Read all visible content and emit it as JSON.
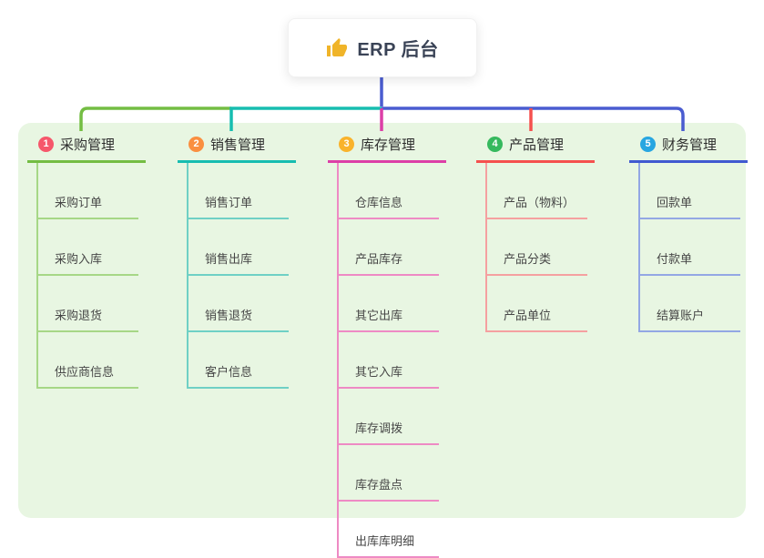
{
  "root": {
    "label": "ERP 后台",
    "icon": "thumbs-up-icon"
  },
  "branches": [
    {
      "num": "1",
      "label": "采购管理",
      "badge_color": "#f6576b",
      "line_color": "#74bd43",
      "child_line_color": "#a6d786",
      "children": [
        "采购订单",
        "采购入库",
        "采购退货",
        "供应商信息"
      ]
    },
    {
      "num": "2",
      "label": "销售管理",
      "badge_color": "#fa8f40",
      "line_color": "#17bdb0",
      "child_line_color": "#6fd0c5",
      "children": [
        "销售订单",
        "销售出库",
        "销售退货",
        "客户信息"
      ]
    },
    {
      "num": "3",
      "label": "库存管理",
      "badge_color": "#f9b32b",
      "line_color": "#dc3fa7",
      "child_line_color": "#ee8ac4",
      "children": [
        "仓库信息",
        "产品库存",
        "其它出库",
        "其它入库",
        "库存调拨",
        "库存盘点",
        "出库库明细"
      ]
    },
    {
      "num": "4",
      "label": "产品管理",
      "badge_color": "#36b95e",
      "line_color": "#f5504e",
      "child_line_color": "#f5a0a0",
      "children": [
        "产品（物料）",
        "产品分类",
        "产品单位"
      ]
    },
    {
      "num": "5",
      "label": "财务管理",
      "badge_color": "#27a6e1",
      "line_color": "#4059d0",
      "child_line_color": "#93a7e4",
      "children": [
        "回款单",
        "付款单",
        "结算账户"
      ]
    }
  ],
  "connectors": {
    "blue": "#4a5cd0",
    "green": "#74bd43",
    "teal": "#17bdb0",
    "magenta": "#dc3fa7",
    "red": "#f5504e"
  },
  "panel_color": "#e8f6e2",
  "thumb_color": "#f0b429"
}
